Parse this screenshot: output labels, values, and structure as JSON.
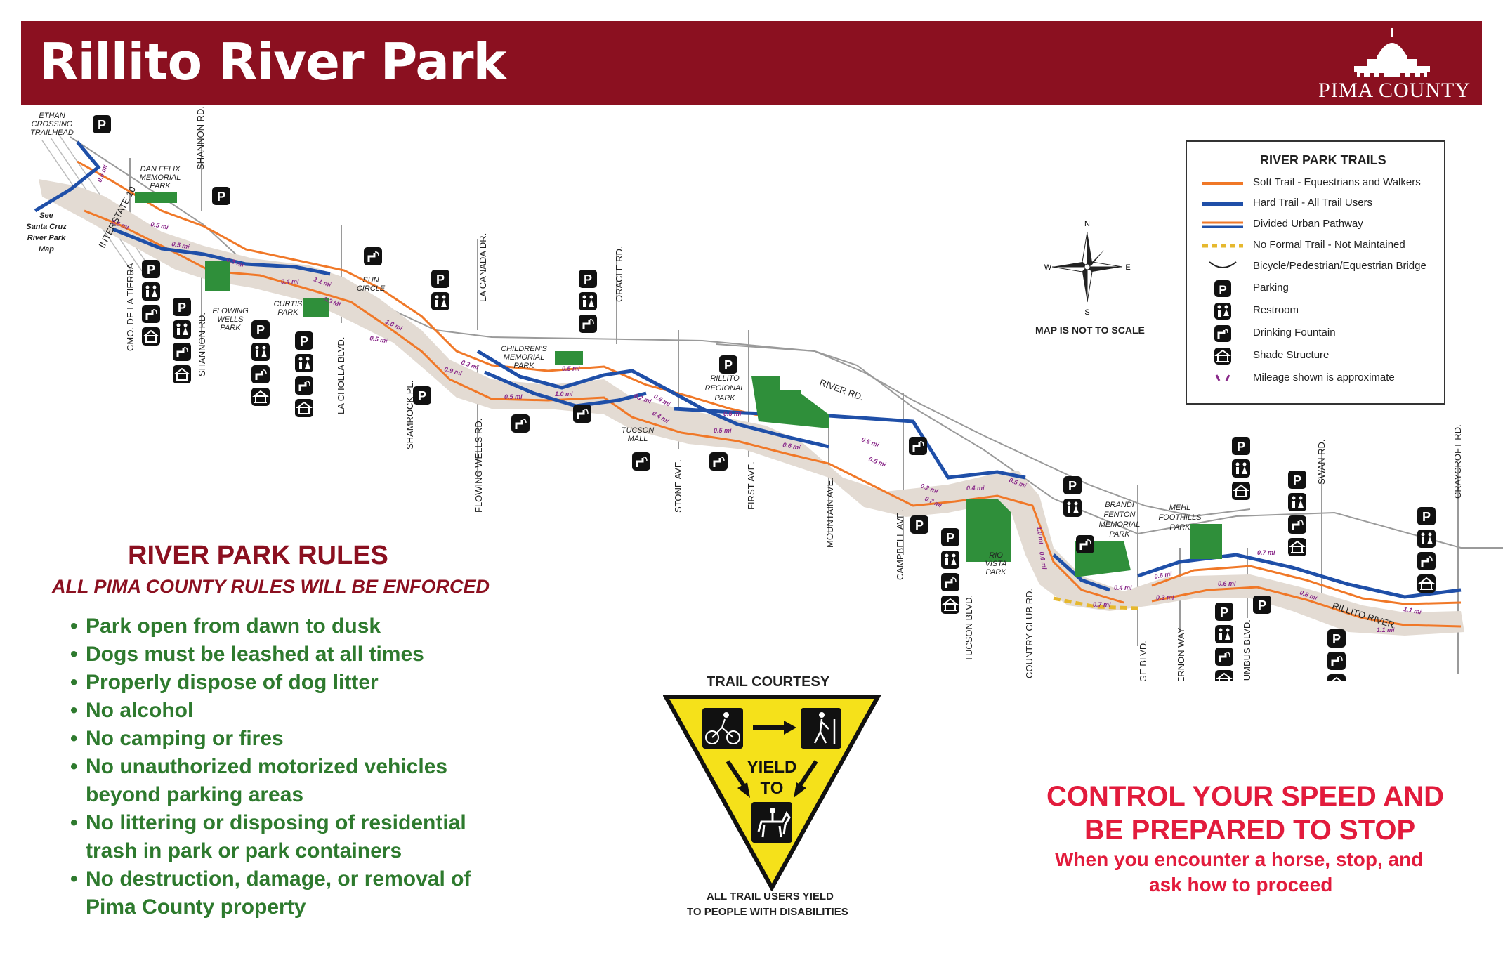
{
  "header": {
    "title": "Rillito River Park",
    "logo_text": "PIMA COUNTY"
  },
  "colors": {
    "header_bg": "#8b1020",
    "soft_trail": "#f07828",
    "hard_trail": "#1f4fa8",
    "park_green": "#2f8f3a",
    "river_bed": "#e3dbd3",
    "no_trail": "#e6b82e",
    "rules_green": "#2e7a2e",
    "speed_red": "#e21b3c",
    "mileage": "#8a2a8a"
  },
  "legend": {
    "title": "RIVER PARK TRAILS",
    "items": [
      {
        "label": "Soft Trail - Equestrians and Walkers",
        "icon": "orange-line"
      },
      {
        "label": "Hard Trail - All Trail Users",
        "icon": "blue-line"
      },
      {
        "label": "Divided Urban Pathway",
        "icon": "double-line"
      },
      {
        "label": "No Formal Trail - Not Maintained",
        "icon": "yellow-dashed-line"
      },
      {
        "label": "Bicycle/Pedestrian/Equestrian Bridge",
        "icon": "bridge-icon"
      },
      {
        "label": "Parking",
        "icon": "parking-icon"
      },
      {
        "label": "Restroom",
        "icon": "restroom-icon"
      },
      {
        "label": "Drinking Fountain",
        "icon": "fountain-icon"
      },
      {
        "label": "Shade Structure",
        "icon": "shade-icon"
      },
      {
        "label": "Mileage shown is approximate",
        "icon": "mileage-icon"
      }
    ]
  },
  "compass": {
    "n": "N",
    "s": "S",
    "e": "E",
    "w": "W"
  },
  "map_note": "MAP IS NOT TO SCALE",
  "map": {
    "roads": [
      "INTERSTATE 10",
      "CMO. DE LA TIERRA",
      "SHANNON RD.",
      "SHANNON RD.",
      "LA CHOLLA BLVD.",
      "SHAMROCK PL.",
      "LA CANADA DR.",
      "FLOWING WELLS RD.",
      "ORACLE RD.",
      "STONE AVE.",
      "FIRST AVE.",
      "RIVER RD.",
      "MOUNTAIN AVE.",
      "CAMPBELL AVE.",
      "TUCSON BLVD.",
      "COUNTRY CLUB RD.",
      "DODGE BLVD.",
      "ALVERNON WAY",
      "COLUMBUS BLVD.",
      "SWAN RD.",
      "CRAYCROFT RD.",
      "RILLITO RIVER"
    ],
    "places": [
      "ETHAN",
      "CROSSING",
      "TRAILHEAD",
      "See",
      "Santa Cruz",
      "River Park",
      "Map",
      "DAN FELIX",
      "MEMORIAL",
      "PARK",
      "FLOWING",
      "WELLS",
      "PARK",
      "CURTIS",
      "PARK",
      "SUN",
      "CIRCLE",
      "CHILDREN'S",
      "MEMORIAL",
      "PARK",
      "TUCSON",
      "MALL",
      "RILLITO",
      "REGIONAL",
      "PARK",
      "RIO",
      "VISTA",
      "PARK",
      "BRANDI",
      "FENTON",
      "MEMORIAL",
      "PARK",
      "MEHL",
      "FOOTHILLS",
      "PARK"
    ],
    "mileages": [
      "0.6 mi",
      "0.6 mi",
      "0.5 mi",
      "0.5 mi",
      "0.5 mi",
      "0.4 mi",
      "1.1 mi",
      "0.3 MI",
      "1.0 mi",
      "0.5 mi",
      "0.9 mi",
      "0.3 mi",
      "0.5 mi",
      "0.5 mi",
      "1.0 mi",
      "0.2 mi",
      "0.6 mi",
      "0.4 mi",
      "0.5 mi",
      "0.5 mi",
      "0.6 mi",
      "0.5 mi",
      "0.5 mi",
      "0.2 mi",
      "0.7 mi",
      "0.4 mi",
      "0.5 mi",
      "1.0 mi",
      "0.6 mi",
      "0.4 mi",
      "0.7 mi",
      "0.3 mi",
      "0.6 mi",
      "0.6 mi",
      "0.7 mi",
      "0.8 mi",
      "1.1 mi",
      "1.1 mi"
    ]
  },
  "rules": {
    "title": "RIVER PARK RULES",
    "subtitle": "ALL PIMA COUNTY RULES WILL BE ENFORCED",
    "items": [
      "Park open from dawn to dusk",
      "Dogs must be leashed at all times",
      "Properly dispose of dog litter",
      "No alcohol",
      "No camping or fires",
      "No unauthorized motorized vehicles beyond parking areas",
      "No littering or disposing of residential trash in park or park containers",
      "No destruction, damage, or removal of Pima County property"
    ]
  },
  "courtesy": {
    "title": "TRAIL COURTESY",
    "yield": "YIELD",
    "to": "TO",
    "footer_line1": "ALL TRAIL USERS YIELD",
    "footer_line2": "TO PEOPLE WITH DISABILITIES"
  },
  "speed": {
    "line1": "CONTROL YOUR SPEED AND",
    "line2": "BE PREPARED TO STOP",
    "line3": "When you encounter a horse, stop, and",
    "line4": "ask how to proceed"
  }
}
